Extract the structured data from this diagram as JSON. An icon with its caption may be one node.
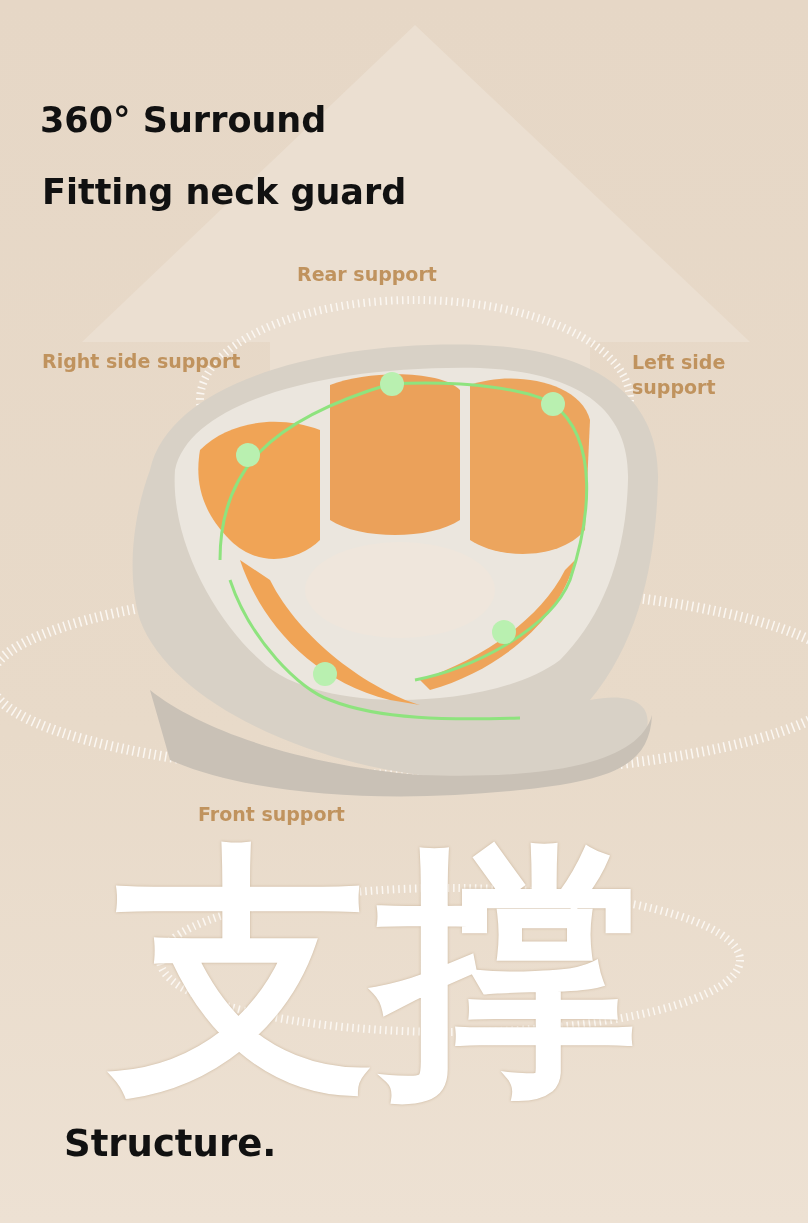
{
  "diagram": {
    "title": "360° Surround",
    "labels": [
      "Fitting neck guard",
      "Rear support",
      "Right side support",
      "Left side support",
      "Front support",
      "支撑",
      "Structure."
    ]
  }
}
